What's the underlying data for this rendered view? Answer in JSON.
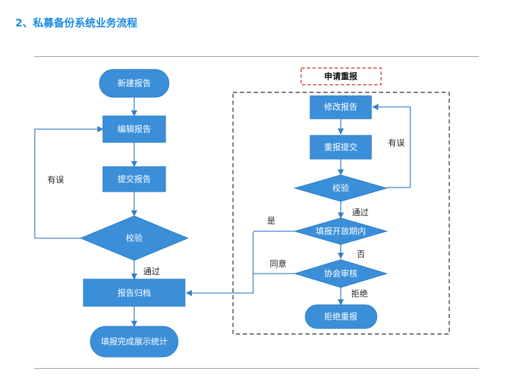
{
  "heading": "2、私募备份系统业务流程",
  "colors": {
    "heading": "#1a8be0",
    "node_fill": "#3b8fd9",
    "node_stroke": "#2a7cc9",
    "line": "#3b7fc4",
    "dashed_frame": "#222222",
    "title_frame": "#cc2222"
  },
  "left_flow": {
    "new_report": "新建报告",
    "edit_report": "编辑报告",
    "submit_report": "提交报告",
    "verify": "校验",
    "archive": "报告归档",
    "stats": "填报完成展示统计",
    "label_error": "有误",
    "label_pass": "通过"
  },
  "right_flow": {
    "title": "申请重报",
    "modify_report": "修改报告",
    "resubmit": "重报提交",
    "verify": "校验",
    "within_period": "填报开放期内",
    "assoc_review": "协会审核",
    "reject": "拒绝重报",
    "label_error": "有误",
    "label_pass": "通过",
    "label_yes": "是",
    "label_no": "否",
    "label_agree": "同意",
    "label_refuse": "拒绝"
  }
}
